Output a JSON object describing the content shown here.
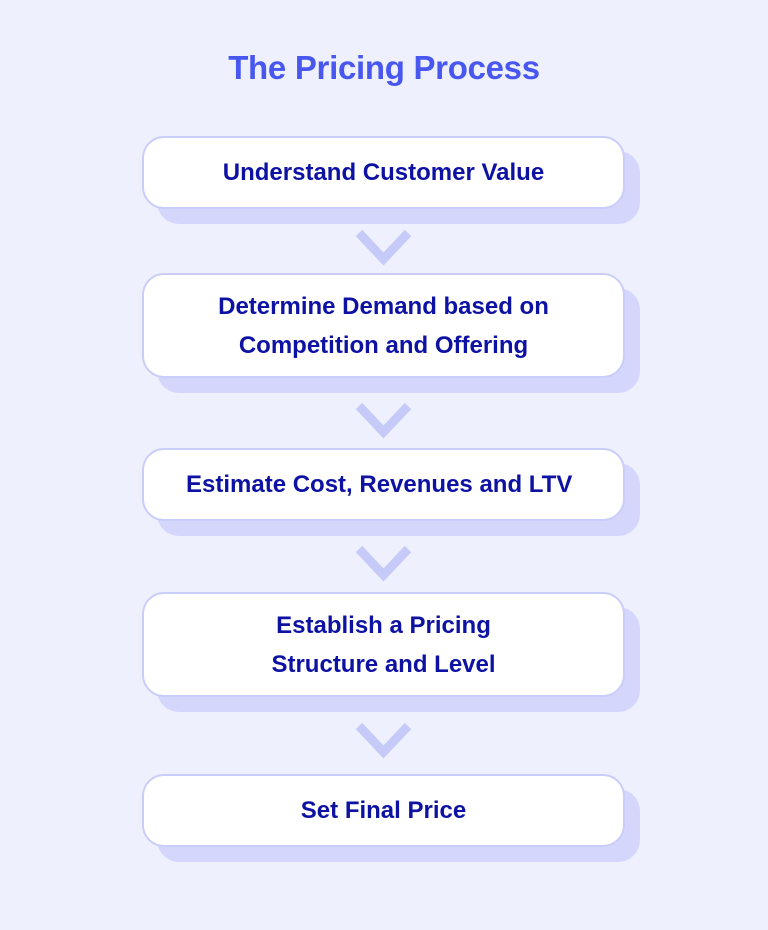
{
  "title": "The Pricing Process",
  "colors": {
    "background": "#eef0fd",
    "title": "#4757f0",
    "step_text": "#0d12a3",
    "box_fill": "#ffffff",
    "box_border": "#c9cdfa",
    "box_shadow": "#d4d7fb",
    "chevron": "#c6caf8"
  },
  "steps": [
    {
      "label": "Understand Customer Value"
    },
    {
      "label": "Determine Demand based on\nCompetition and Offering"
    },
    {
      "label": "Estimate Cost, Revenues and LTV"
    },
    {
      "label": "Establish a Pricing\nStructure and Level"
    },
    {
      "label": "Set Final Price"
    }
  ],
  "connectors": [
    {
      "icon": "chevron-down-icon"
    },
    {
      "icon": "chevron-down-icon"
    },
    {
      "icon": "chevron-down-icon"
    },
    {
      "icon": "chevron-down-icon"
    }
  ]
}
